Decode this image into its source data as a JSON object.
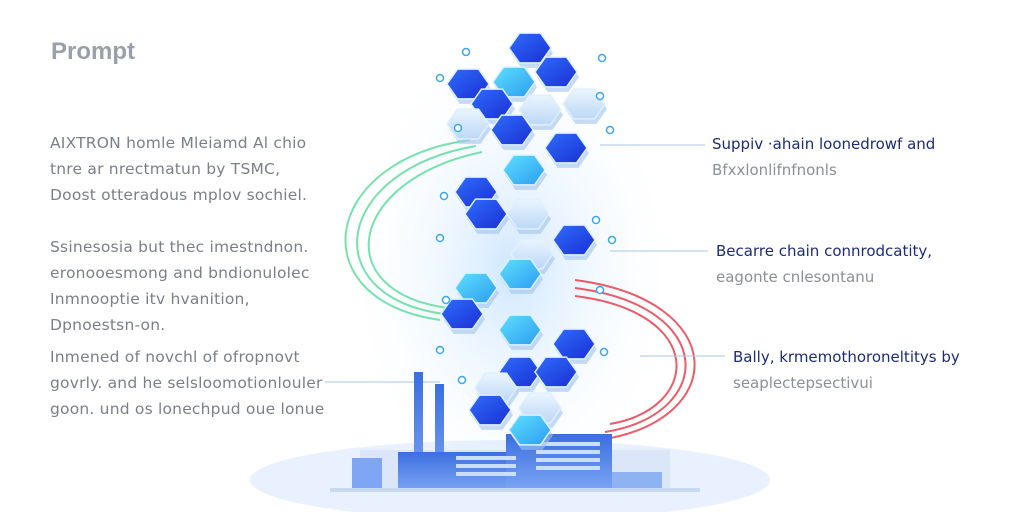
{
  "title": "Prompt",
  "left_paragraphs": [
    [
      "AIXTRON  homle  Mleiamd  Al  chio",
      "tnre  ar  nrectmatun  by   TSMC,",
      "Doost  otteradous  mplov  sochiel."
    ],
    [
      "Ssinesosia  but  thec  imestndnon.",
      "eronooesmong  and  bndionulolec",
      "Inmnooptie  itv  hvanition,",
      "Dpnoestsn-on."
    ],
    [
      "Inmened  of  novchl   of  ofropnovt",
      "govrly.  and  he  selsloomotionlouler",
      "goon.  und  os  lonechpud  oue  lonue"
    ]
  ],
  "right_labels": [
    {
      "line1": "Suppiv  ·ahain  loonedrowf  and",
      "line2": "Bfxxlonlifnfnonls"
    },
    {
      "line1": "Becarre  chain  connrodcatity,",
      "line2": "eagonte  cnlesontanu"
    },
    {
      "line1": "Bally,  krmemothoroneltitys  by",
      "line2": "seaplectepsectivui"
    }
  ],
  "colors": {
    "hex_blue": "#1f4fe8",
    "hex_cyan": "#38c8f2",
    "green_line": "#69dfa4",
    "red_line": "#ea4a58",
    "factory": "#3b6fe0"
  }
}
